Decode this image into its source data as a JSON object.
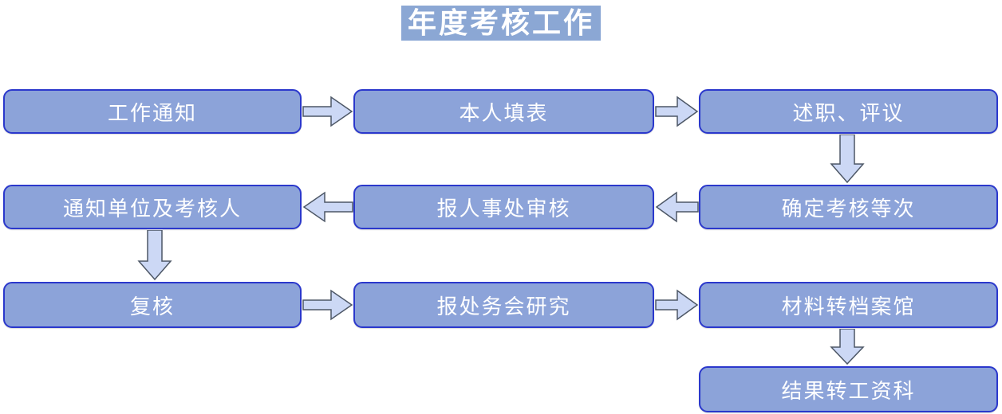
{
  "title": "年度考核工作",
  "nodes": [
    {
      "label": "工作通知"
    },
    {
      "label": "本人填表"
    },
    {
      "label": "述职、评议"
    },
    {
      "label": "确定考核等次"
    },
    {
      "label": "报人事处审核"
    },
    {
      "label": "通知单位及考核人"
    },
    {
      "label": "复核"
    },
    {
      "label": "报处务会研究"
    },
    {
      "label": "材料转档案馆"
    },
    {
      "label": "结果转工资科"
    }
  ],
  "connections": [
    {
      "from": "工作通知",
      "to": "本人填表",
      "direction": "right"
    },
    {
      "from": "本人填表",
      "to": "述职、评议",
      "direction": "right"
    },
    {
      "from": "述职、评议",
      "to": "确定考核等次",
      "direction": "down"
    },
    {
      "from": "确定考核等次",
      "to": "报人事处审核",
      "direction": "left"
    },
    {
      "from": "报人事处审核",
      "to": "通知单位及考核人",
      "direction": "left"
    },
    {
      "from": "通知单位及考核人",
      "to": "复核",
      "direction": "down"
    },
    {
      "from": "复核",
      "to": "报处务会研究",
      "direction": "right"
    },
    {
      "from": "报处务会研究",
      "to": "材料转档案馆",
      "direction": "right"
    },
    {
      "from": "材料转档案馆",
      "to": "结果转工资科",
      "direction": "down"
    }
  ],
  "colors": {
    "box_fill": "#8ca3d9",
    "box_border": "#2b38cc",
    "arrow_fill": "#ccd8f5",
    "arrow_border": "#4d5766",
    "title_bg": "#8ba7d4",
    "text": "#ffffff",
    "background": "#ffffff"
  }
}
